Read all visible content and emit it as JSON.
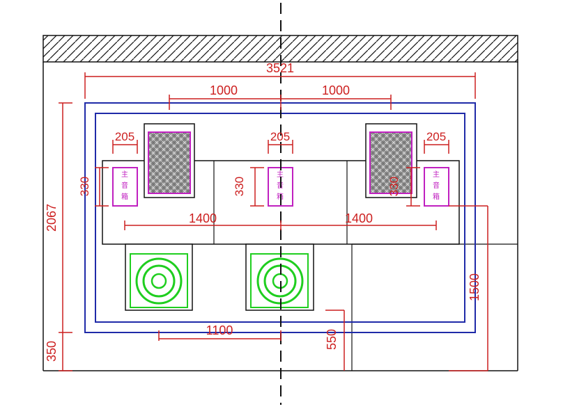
{
  "diagram": {
    "dimensions": {
      "total_width": "3521",
      "left_spacing": "1000",
      "right_spacing": "1000",
      "left_speaker_width": "205",
      "center_speaker_width": "205",
      "right_speaker_width": "205",
      "left_speaker_height": "330",
      "center_speaker_height": "330",
      "right_speaker_height": "330",
      "left_span": "1400",
      "right_span": "1400",
      "subwoofer_spacing": "1100",
      "total_height": "2067",
      "bottom_offset": "350",
      "right_height": "1500",
      "bottom_center": "550"
    },
    "speaker_labels": {
      "left_line1": "主",
      "left_line2": "音",
      "left_line3": "箱",
      "center_line1": "主",
      "center_line2": "音",
      "center_line3": "箱",
      "right_line1": "主",
      "right_line2": "音",
      "right_line3": "箱"
    }
  },
  "colors": {
    "dimension": "#cc1f1f",
    "room": "#1f2aa8",
    "speaker": "#c020c0",
    "subwoofer": "#1fce1f",
    "line": "#111111"
  }
}
